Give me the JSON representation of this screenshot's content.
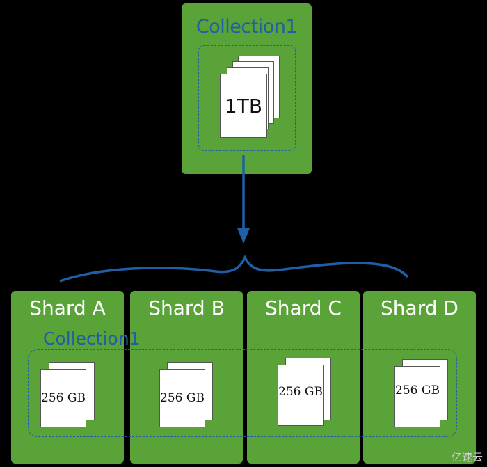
{
  "top": {
    "title": "Collection1",
    "doc_label": "1TB"
  },
  "shards": [
    {
      "title": "Shard A",
      "doc_label": "256 GB"
    },
    {
      "title": "Shard B",
      "doc_label": "256 GB"
    },
    {
      "title": "Shard C",
      "doc_label": "256 GB"
    },
    {
      "title": "Shard D",
      "doc_label": "256 GB"
    }
  ],
  "bottom": {
    "title": "Collection1"
  },
  "watermark": "亿速云",
  "colors": {
    "box_green": "#5aa339",
    "accent_blue": "#1f5fa8",
    "background": "#000000"
  }
}
